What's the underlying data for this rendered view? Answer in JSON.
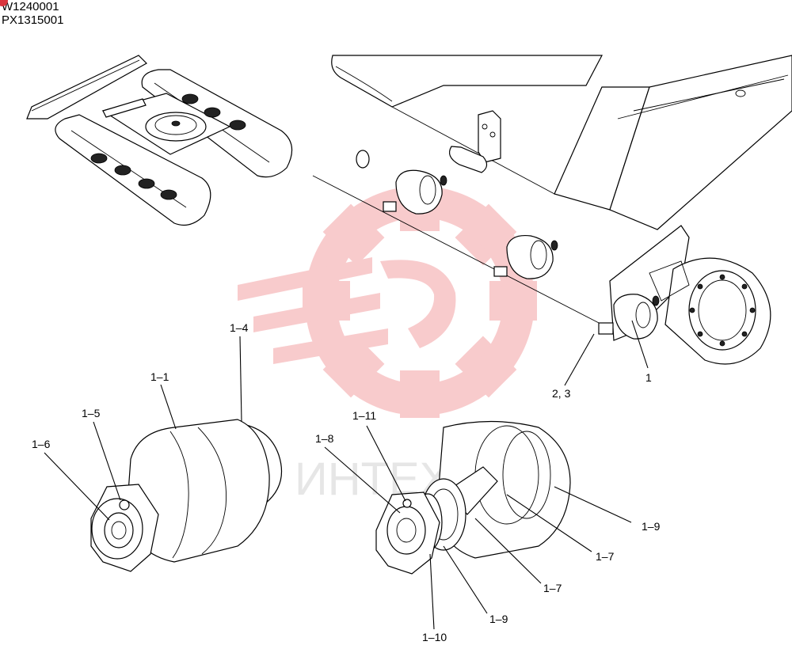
{
  "header": {
    "codes": [
      "W1240001",
      "PX1315001"
    ],
    "badge_color": "#d9363e"
  },
  "watermark": {
    "text": "ИНТЕХ",
    "color": "#f4a3a6"
  },
  "callouts": {
    "c1": "1",
    "c23": "2, 3",
    "c1_1": "1–1",
    "c1_4": "1–4",
    "c1_5": "1–5",
    "c1_6": "1–6",
    "c1_8": "1–8",
    "c1_11": "1–11",
    "c1_9a": "1–9",
    "c1_7a": "1–7",
    "c1_7b": "1–7",
    "c1_9b": "1–9",
    "c1_10": "1–10"
  }
}
